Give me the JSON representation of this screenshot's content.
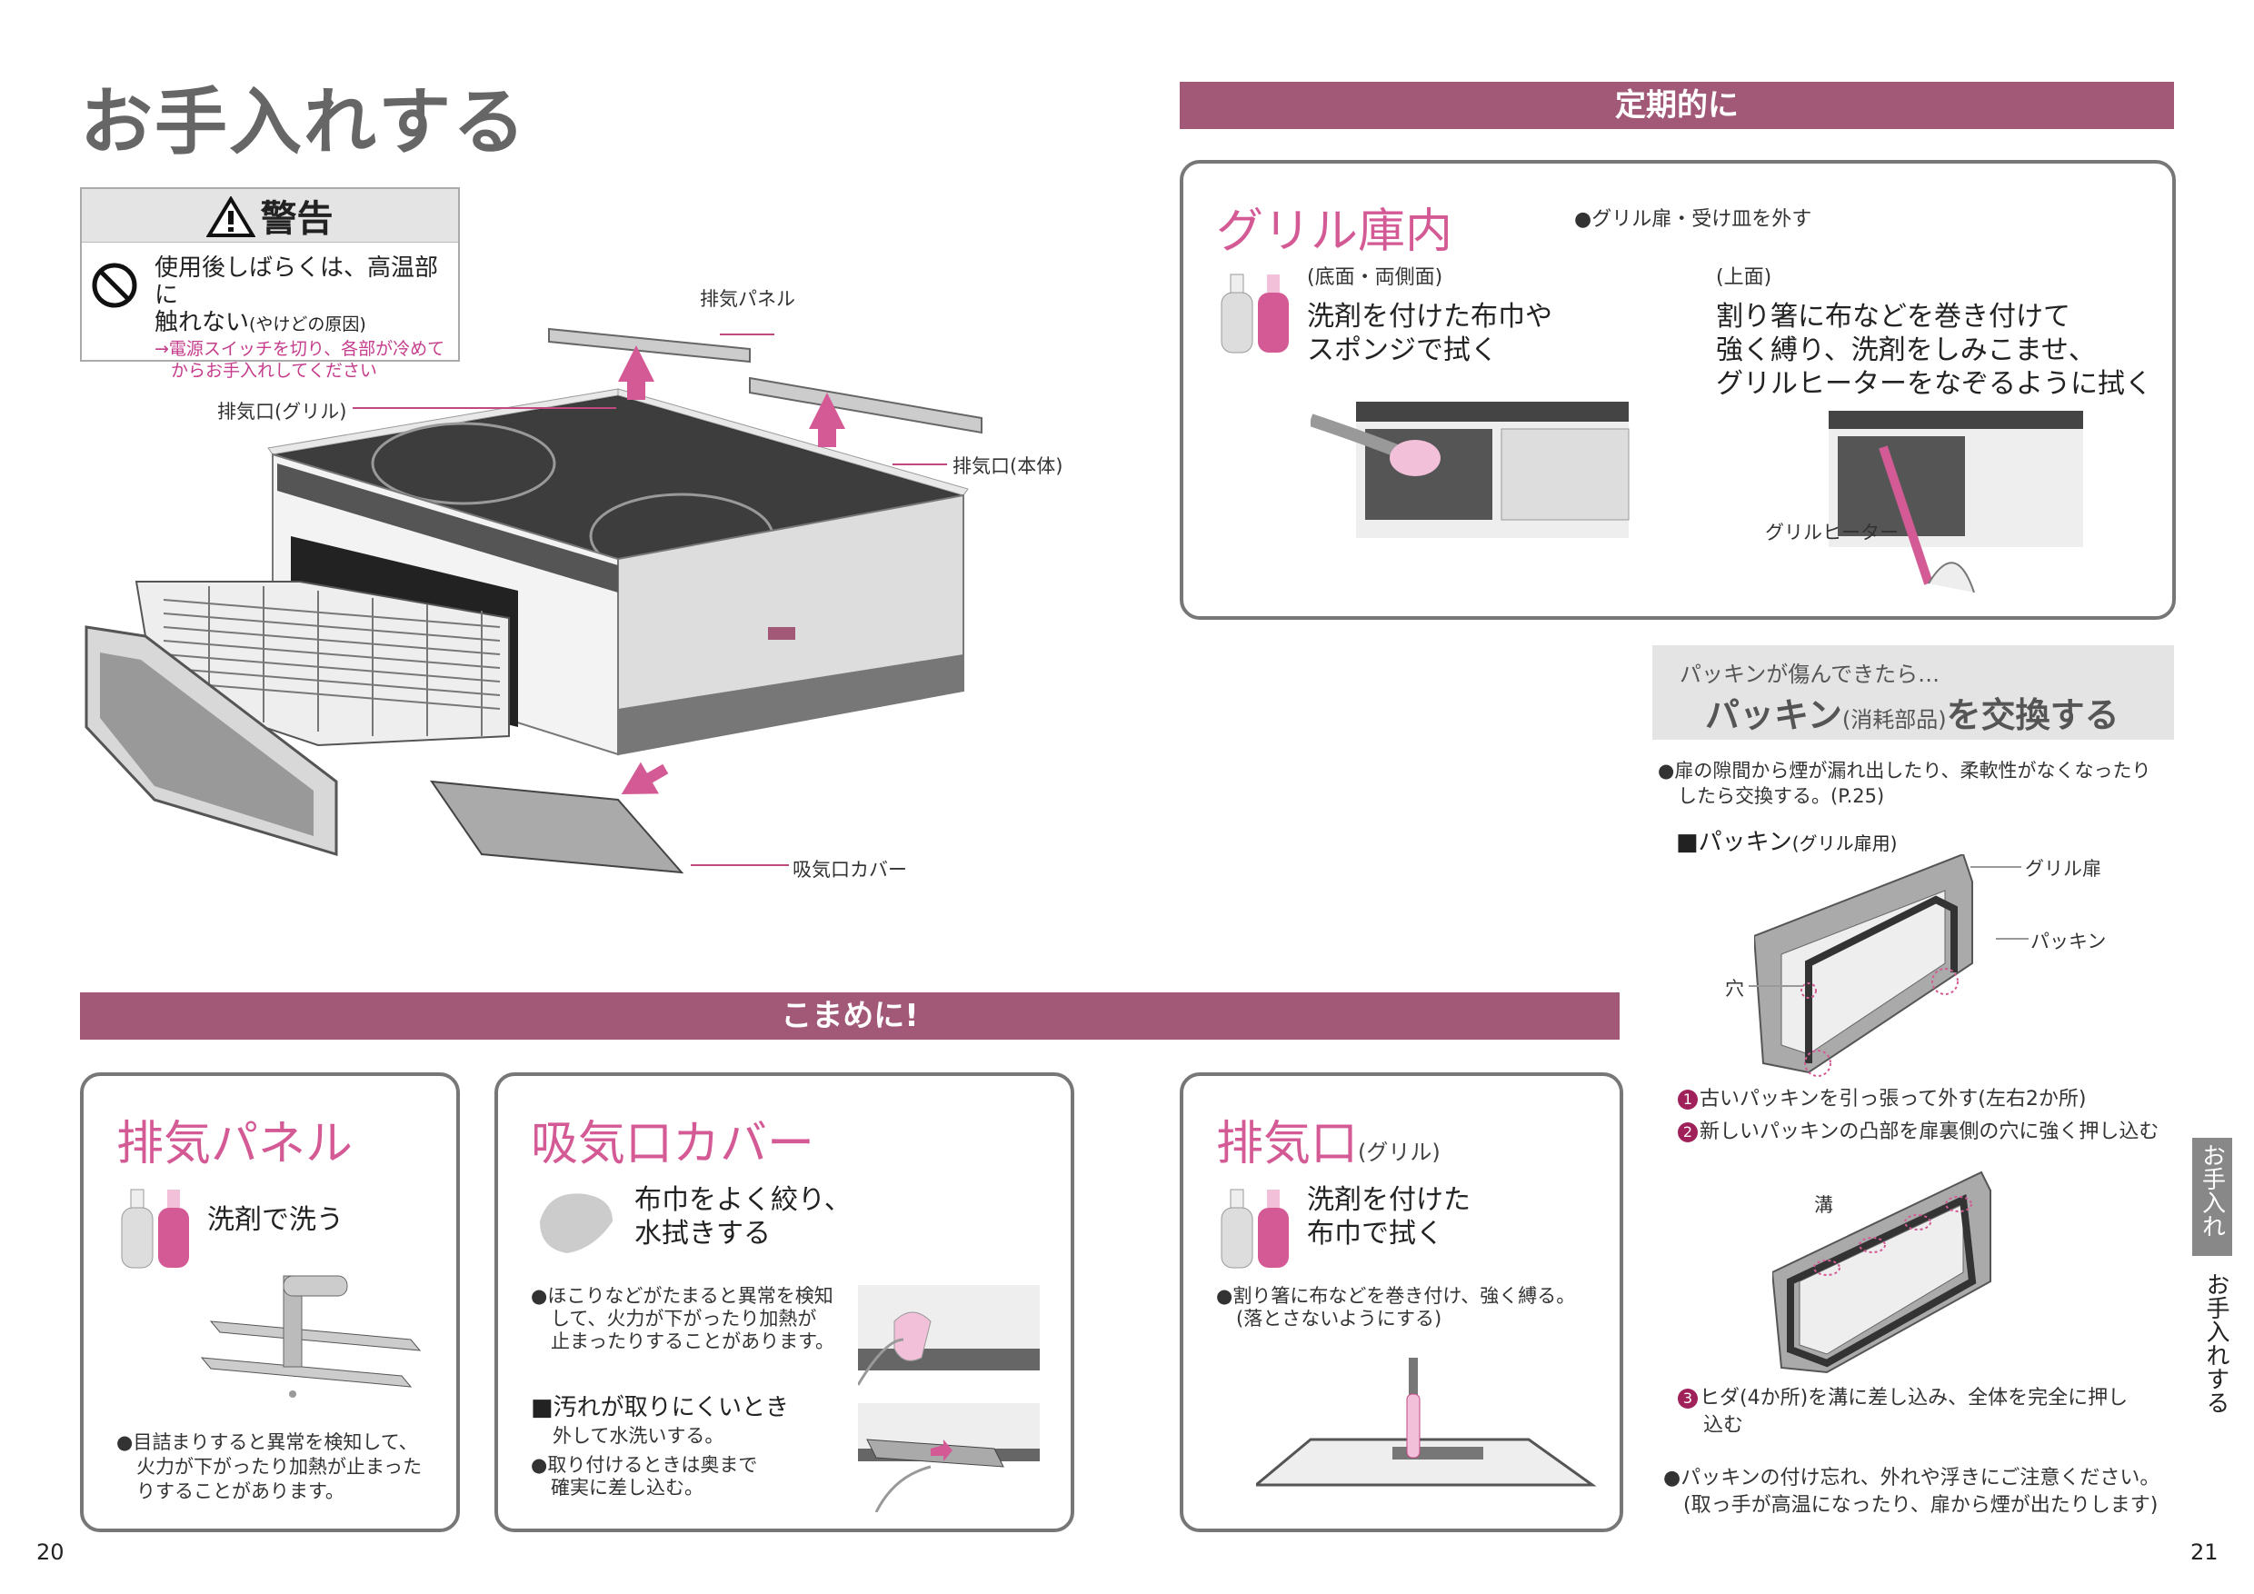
{
  "page": {
    "title": "お手入れする",
    "left_page_number": "20",
    "right_page_number": "21"
  },
  "warning": {
    "heading": "警告",
    "line1": "使用後しばらくは、高温部に",
    "line2": "触れない",
    "line2_note": "(やけどの原因)",
    "instruction1": "→電源スイッチを切り、各部が冷めて",
    "instruction2": "からお手入れしてください"
  },
  "diagram_labels": {
    "exhaust_panel": "排気パネル",
    "exhaust_grill": "排気口(グリル)",
    "exhaust_body": "排気口(本体)",
    "intake_cover": "吸気口カバー"
  },
  "periodic": {
    "bar_label": "定期的に",
    "title": "グリル庫内",
    "remove_note": "●グリル扉・受け皿を外す",
    "bottom_sides_label": "(底面・両側面)",
    "bottom_sides_text1": "洗剤を付けた布巾や",
    "bottom_sides_text2": "スポンジで拭く",
    "top_label": "(上面)",
    "top_text1": "割り箸に布などを巻き付けて",
    "top_text2": "強く縛り、洗剤をしみこませ、",
    "top_text3": "グリルヒーターをなぞるように拭く",
    "heater_label": "グリルヒーター"
  },
  "packing": {
    "intro": "パッキンが傷んできたら…",
    "heading_a": "パッキン",
    "heading_b": "(消耗部品)",
    "heading_c": "を交換する",
    "desc1": "●扉の隙間から煙が漏れ出したり、柔軟性がなくなったり",
    "desc2": "したら交換する。(P.25)",
    "sub_heading": "■パッキン",
    "sub_heading_note": "(グリル扉用)",
    "label_door": "グリル扉",
    "label_packing": "パッキン",
    "label_hole": "穴",
    "label_groove": "溝",
    "step1_num": "1",
    "step1": "古いパッキンを引っ張って外す(左右2か所)",
    "step2_num": "2",
    "step2": "新しいパッキンの凸部を扉裏側の穴に強く押し込む",
    "step3_num": "3",
    "step3_line1": "ヒダ(4か所)を溝に差し込み、全体を完全に押し",
    "step3_line2": "込む",
    "caution1": "●パッキンの付け忘れ、外れや浮きにご注意ください。",
    "caution2": "(取っ手が高温になったり、扉から煙が出たりします)"
  },
  "frequent": {
    "bar_label": "こまめに!",
    "panel": {
      "title": "排気パネル",
      "text": "洗剤で洗う",
      "note1": "●目詰まりすると異常を検知して、",
      "note2": "火力が下がったり加熱が止まった",
      "note3": "りすることがあります。"
    },
    "cover": {
      "title": "吸気口カバー",
      "text1": "布巾をよく絞り、",
      "text2": "水拭きする",
      "note1": "●ほこりなどがたまると異常を検知",
      "note2": "して、火力が下がったり加熱が",
      "note3": "止まったりすることがあります。",
      "dirty_heading": "■汚れが取りにくいとき",
      "dirty_text": "外して水洗いする。",
      "attach1": "●取り付けるときは奥まで",
      "attach2": "確実に差し込む。"
    },
    "grill_vent": {
      "title": "排気口",
      "title_note": "(グリル)",
      "text1": "洗剤を付けた",
      "text2": "布巾で拭く",
      "note1": "●割り箸に布などを巻き付け、強く縛る。",
      "note2": "(落とさないようにする)"
    }
  },
  "side_tab": {
    "label": "お手入れ",
    "vertical_text": "お手入れする"
  },
  "colors": {
    "accent": "#a25877",
    "pink_text": "#d45a95",
    "warning_bg": "#e4e4e4"
  }
}
